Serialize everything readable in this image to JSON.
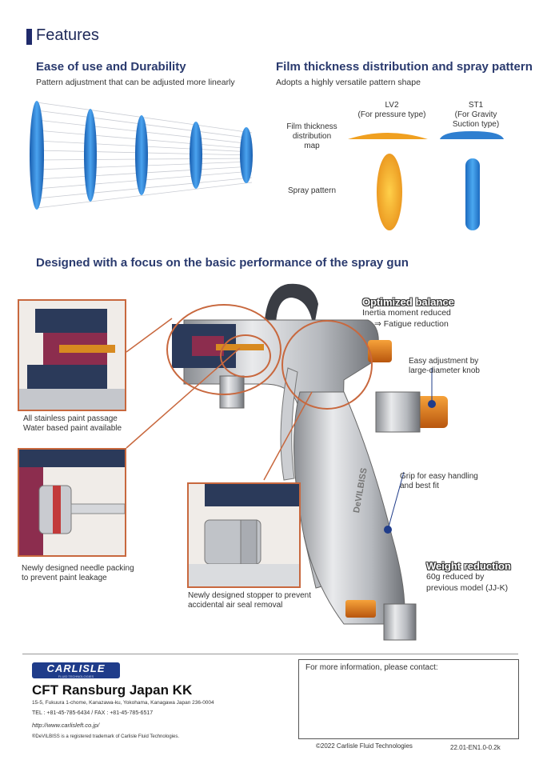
{
  "section_title": "Features",
  "ease": {
    "title": "Ease of use and Durability",
    "subtitle": "Pattern adjustment that can be adjusted more linearly"
  },
  "film": {
    "title": "Film thickness distribution and spray pattern",
    "subtitle": "Adopts a highly versatile pattern shape",
    "lv2_title": "LV2",
    "lv2_sub": "(For pressure type)",
    "st1_title": "ST1",
    "st1_sub1": "(For Gravity",
    "st1_sub2": "Suction type)",
    "map_label1": "Film thickness",
    "map_label2": "distribution",
    "map_label3": "map",
    "spray_label": "Spray pattern"
  },
  "designed": {
    "title": "Designed with a focus on the basic performance of the spray gun",
    "optimized_title": "Optimized balance",
    "optimized_line1": "Inertia moment reduced",
    "optimized_line2": "⇒ Fatigue reduction",
    "knob_line1": "Easy adjustment by",
    "knob_line2": "large-diameter knob",
    "stainless_line1": "All stainless paint passage",
    "stainless_line2": "Water based paint available",
    "grip_line1": "Grip for easy handling",
    "grip_line2": "and best fit",
    "weight_title": "Weight reduction",
    "weight_line1": "60g reduced by",
    "weight_line2": "previous model (JJ-K)",
    "needle_line1": "Newly designed needle packing",
    "needle_line2": "to prevent paint leakage",
    "stopper_line1": "Newly designed stopper to prevent",
    "stopper_line2": "accidental air seal removal",
    "gun_brand": "DeVILBISS"
  },
  "footer": {
    "logo_text": "CARLISLE",
    "logo_sub": "FLUID TECHNOLOGIES",
    "company": "CFT Ransburg Japan KK",
    "address": "15-5, Fukuura 1-chome,  Kanazawa-ku, Yokohama, Kanagawa Japan    236-0004",
    "tel": "TEL : +81-45-785-6434   /   FAX : +81-45-785-6517",
    "url": "http://www.carlisleft.co.jp/",
    "trademark": "®DeVILBISS is a registered trademark of Carlisle Fluid Technologies.",
    "contact": "For more information, please contact:",
    "copyright": "©2022 Carlisle Fluid Technologies",
    "code": "22.01-EN1.0-0.2k"
  },
  "colors": {
    "accent_navy": "#1f2a5a",
    "highlight_orange": "#c8683e",
    "spray_blue": "#2f7fd0",
    "spray_yellow": "#f0a820"
  }
}
